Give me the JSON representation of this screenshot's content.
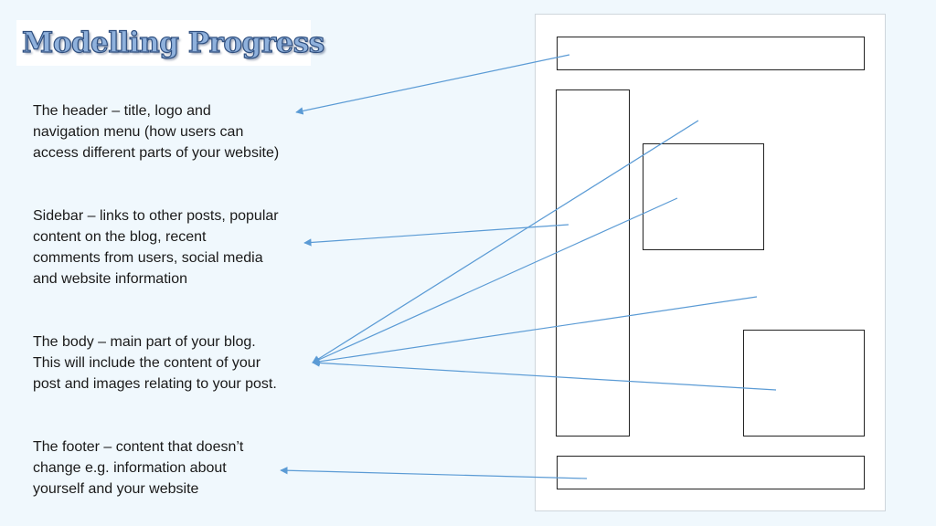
{
  "slide": {
    "title": "Modelling Progress"
  },
  "labels": {
    "header": "The header – title, logo and\nnavigation menu (how users can\naccess different parts of your website)",
    "sidebar": "Sidebar – links to other posts, popular\ncontent on the blog, recent\ncomments from users, social media\nand website information",
    "body": "The body – main part of your blog.\nThis will include the content of your\npost and images relating to your post.",
    "footer": "The footer – content that doesn’t\nchange e.g. information about\nyourself and your website"
  },
  "colors": {
    "arrow": "#5b9bd5",
    "title_fill": "#8fb1dc",
    "title_outline": "#2f4f7f",
    "background": "#f0f8fd"
  }
}
